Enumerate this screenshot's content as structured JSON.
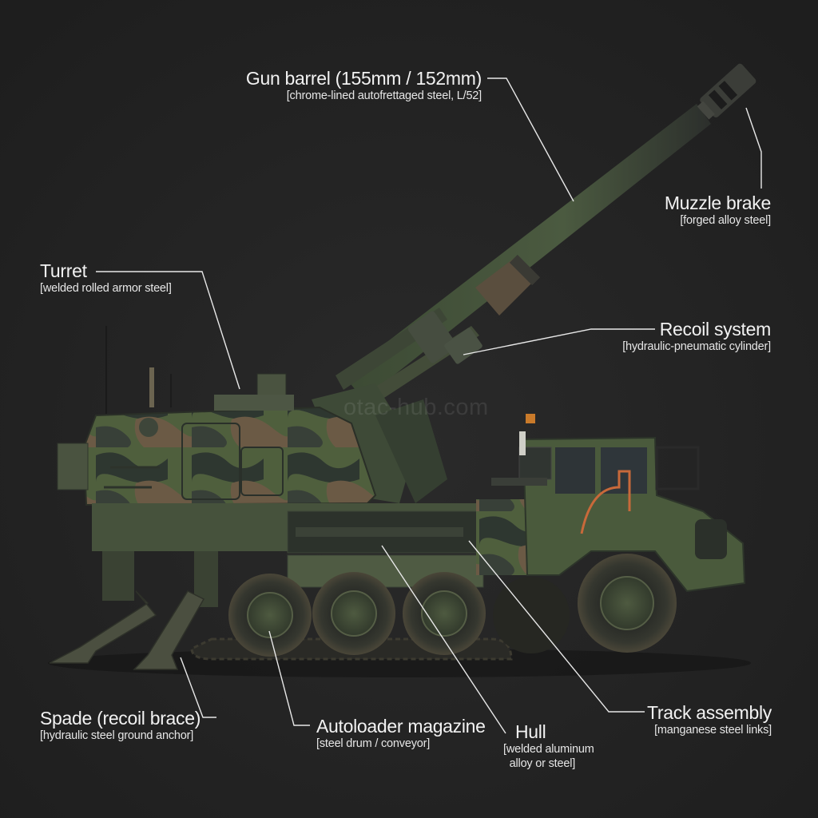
{
  "diagram": {
    "subject": "Self-propelled howitzer on wheeled/tracked chassis",
    "background_color": "#222222",
    "label_color": "#f2f2f2",
    "leader_line_color": "#e8e8e8",
    "camo_colors": [
      "#4a5a3a",
      "#2f3a2a",
      "#6a5a45",
      "#55663f",
      "#3a3f45"
    ]
  },
  "watermark": "otac-hub.com",
  "labels": {
    "gun_barrel": {
      "name": "Gun barrel (155mm / 152mm)",
      "material": "[chrome-lined autofrettaged steel, L/52]"
    },
    "muzzle_brake": {
      "name": "Muzzle brake",
      "material": "[forged alloy steel]"
    },
    "turret": {
      "name": "Turret",
      "material": "[welded rolled armor steel]"
    },
    "recoil_system": {
      "name": "Recoil system",
      "material": "[hydraulic-pneumatic cylinder]"
    },
    "spade": {
      "name": "Spade (recoil brace)",
      "material": "[hydraulic steel ground anchor]"
    },
    "autoloader": {
      "name": "Autoloader magazine",
      "material": "[steel drum / conveyor]"
    },
    "hull": {
      "name": "Hull",
      "material": "[welded aluminum\n  alloy or steel]"
    },
    "track_assembly": {
      "name": "Track assembly",
      "material": "[manganese steel links]"
    }
  }
}
